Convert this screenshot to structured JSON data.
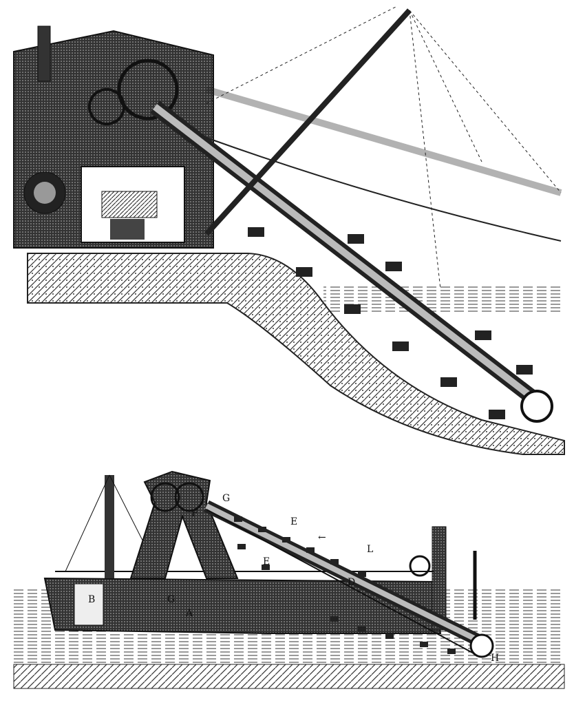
{
  "top_figure": {
    "description": "Engraving of a bucket-ladder dredger on land, ladder shown lowered into a slope with dashed raised position",
    "labels": []
  },
  "bottom_figure": {
    "description": "Engraving of a floating bucket dredger with ladder lowered into water",
    "labels": {
      "G_top": "G",
      "E_upper": "E",
      "E_lower": "E",
      "L": "L",
      "B": "B",
      "G_hull": "G",
      "A": "A",
      "H": "H",
      "F": "F",
      "D": "D"
    }
  },
  "colors": {
    "ink": "#1a1a1a",
    "paper": "#ffffff",
    "shade": "#555555"
  }
}
